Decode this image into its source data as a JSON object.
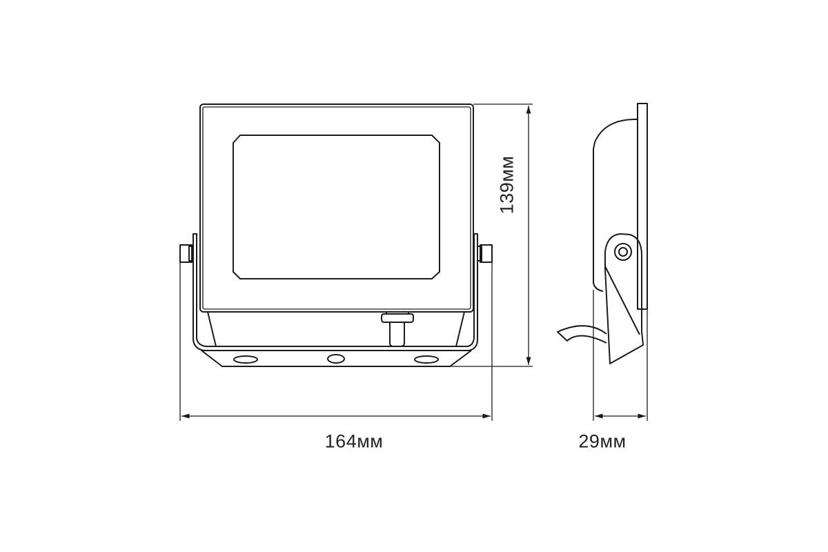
{
  "dimensions": {
    "height_label": "139мм",
    "width_label": "164мм",
    "depth_label": "29мм"
  },
  "colors": {
    "line": "#1a1a1a",
    "background": "#ffffff"
  }
}
